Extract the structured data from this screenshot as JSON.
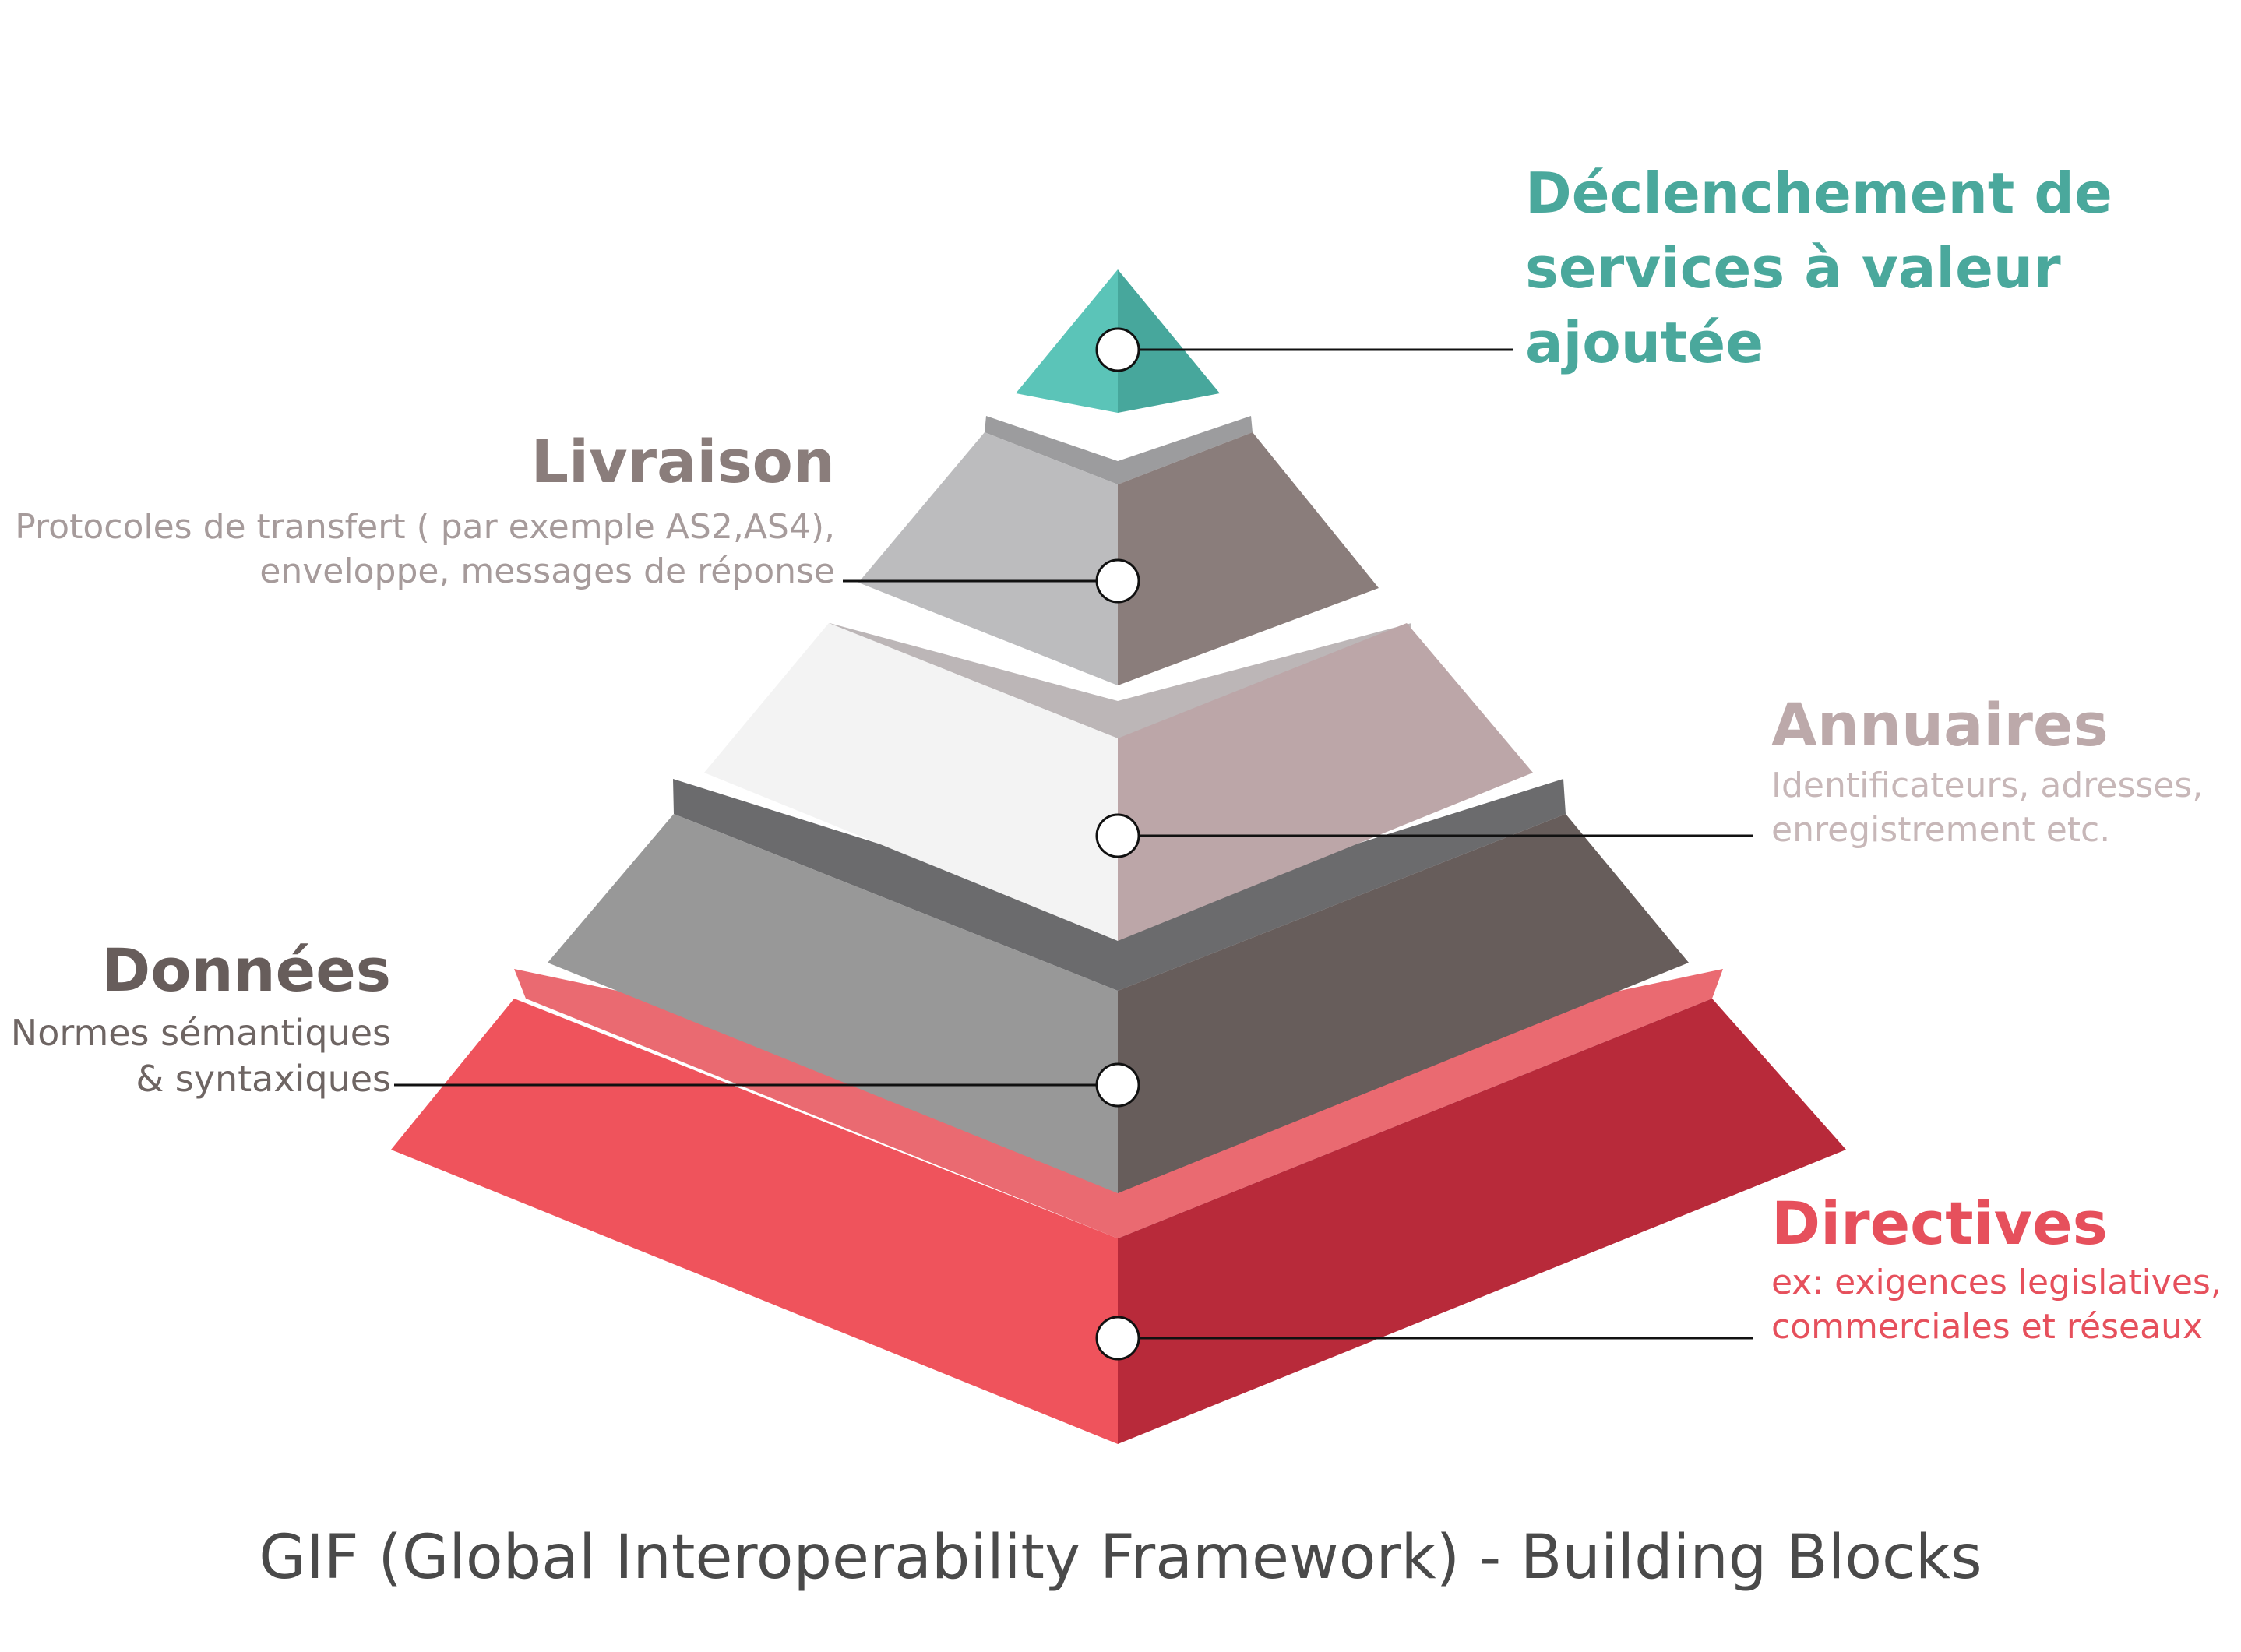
{
  "layers": {
    "services": {
      "title": "Déclenchement de services  à valeur ajoutée",
      "title_lines": [
        "Déclenchement de",
        "services  à valeur",
        "ajoutée"
      ],
      "color": "#4aa89c"
    },
    "livraison": {
      "title": "Livraison",
      "description_lines": [
        "Protocoles de transfert ( par exemple  AS2,AS4),",
        "enveloppe, messages de réponse"
      ],
      "title_color": "#8a7d7b",
      "desc_color": "#a69b9b"
    },
    "annuaires": {
      "title": "Annuaires",
      "description_lines": [
        "Identificateurs, adresses,",
        "enregistrement etc."
      ],
      "title_color": "#bca9aa",
      "desc_color": "#c7b7b8"
    },
    "donnees": {
      "title": "Données",
      "description_lines": [
        "Normes sémantiques",
        "& syntaxiques"
      ],
      "title_color": "#675d5b",
      "desc_color": "#6e6563"
    },
    "directives": {
      "title": "Directives",
      "description_lines": [
        "ex: exigences legislatives,",
        "commerciales et réseaux"
      ],
      "title_color": "#e6505c",
      "desc_color": "#e6505c"
    }
  },
  "colors": {
    "teal_left": "#5bc4b8",
    "teal_right": "#47a79c",
    "red_top": "#ea6a71",
    "red_left": "#ef535c",
    "red_right": "#b82a3a",
    "dark_top": "#6b6b6d",
    "dark_left": "#989898",
    "dark_right": "#675d5b",
    "light_top": "#bcb6b7",
    "light_left": "#f3f3f3",
    "light_right": "#bca6a8",
    "grey_top": "#9c9c9e",
    "grey_left": "#bcbcbe",
    "grey_right": "#8a7d7b",
    "connector": "#111111"
  },
  "footer": {
    "title": "GIF (Global Interoperability Framework) - Building Blocks"
  }
}
